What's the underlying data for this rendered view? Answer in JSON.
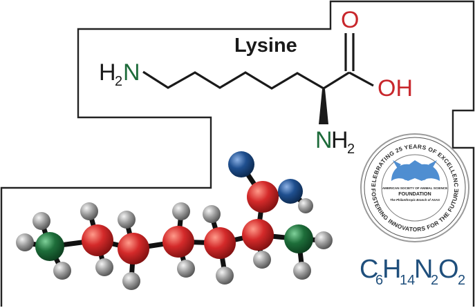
{
  "title": "Lysine",
  "structure": {
    "amine_left": {
      "element": "N",
      "h": "H",
      "h_count": "2"
    },
    "carboxyl": {
      "carbonyl_o": "O",
      "hydroxyl": "OH"
    },
    "alpha_amine": {
      "element": "N",
      "h": "H",
      "h_count": "2"
    }
  },
  "formula": {
    "parts": [
      {
        "el": "C",
        "count": "6"
      },
      {
        "el": "H",
        "count": "14"
      },
      {
        "el": "N",
        "count": "2"
      },
      {
        "el": "O",
        "count": "2"
      }
    ]
  },
  "seal": {
    "top_arc": "CELEBRATING 25 YEARS OF EXCELLENCE",
    "bottom_arc": "FOSTERING INNOVATORS FOR THE FUTURE",
    "line1": "AMERICAN SOCIETY OF ANIMAL SCIENCE",
    "line2": "FOUNDATION",
    "line3": "The Philanthropic Branch of ASAS"
  },
  "colors": {
    "nitrogen_text": "#1d6b3a",
    "oxygen_text": "#c8272c",
    "carbon_ball": "#d42a2a",
    "nitrogen_ball": "#1e6e3a",
    "oxygen_ball": "#1f4f8f",
    "hydrogen_ball": "#9a9a9a",
    "formula": "#1f4f7c",
    "seal_blue": "#4f8ed1"
  }
}
